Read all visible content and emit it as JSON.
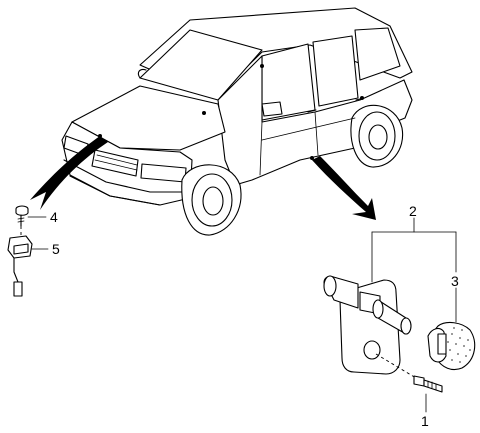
{
  "callouts": [
    {
      "id": "part-1",
      "label": "1"
    },
    {
      "id": "part-2",
      "label": "2"
    },
    {
      "id": "part-3",
      "label": "3"
    },
    {
      "id": "part-4",
      "label": "4"
    },
    {
      "id": "part-5",
      "label": "5"
    }
  ],
  "colors": {
    "line": "#000000",
    "background": "#ffffff",
    "stipple": "#555555"
  }
}
